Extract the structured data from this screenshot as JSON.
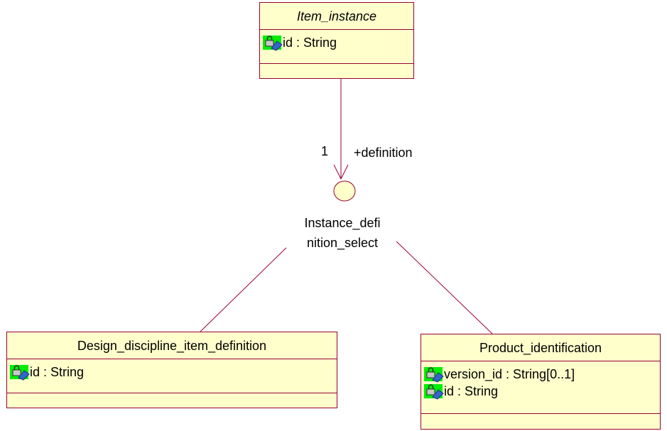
{
  "classes": {
    "item_instance": {
      "name": "Item_instance",
      "attributes": [
        "id : String"
      ]
    },
    "design_discipline": {
      "name": "Design_discipline_item_definition",
      "attributes": [
        "id : String"
      ]
    },
    "product_identification": {
      "name": "Product_identification",
      "attributes": [
        "version_id : String[0..1]",
        "id : String"
      ]
    }
  },
  "interface": {
    "name_line1": "Instance_defi",
    "name_line2": "nition_select"
  },
  "association": {
    "multiplicity": "1",
    "role": "+definition"
  },
  "colors": {
    "class_fill": "#ffffcc",
    "border": "#990033",
    "icon_green": "#00ee00",
    "icon_blue": "#3366cc"
  },
  "icons": {
    "attribute": "private-attribute-lock-icon"
  }
}
